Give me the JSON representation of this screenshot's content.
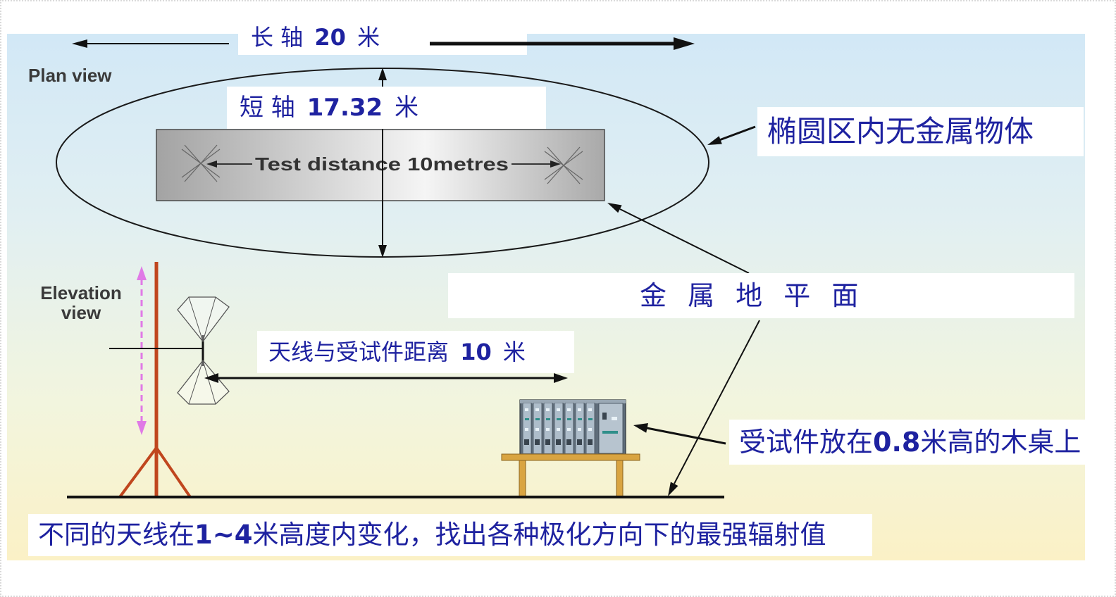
{
  "major_axis": {
    "label": "长 轴",
    "value": "20",
    "unit": "米"
  },
  "plan_view": "Plan view",
  "minor_axis": {
    "label": "短 轴",
    "value": "17.32",
    "unit": "米"
  },
  "test_distance": "Test distance 10metres",
  "ellipse_note": "椭圆区内无金属物体",
  "ground_plane_note": "金 属 地 平 面",
  "elevation_view": {
    "line1": "Elevation",
    "line2": "view"
  },
  "antenna_distance": {
    "label": "天线与受试件距离",
    "value": "10",
    "unit": "米"
  },
  "eut_note": {
    "prefix": "受试件放在",
    "value": "0.8",
    "suffix": "米高的木桌上"
  },
  "height_note": {
    "prefix": "不同的天线在",
    "value": "1~4",
    "suffix": "米高度内变化，找出各种极化方向下的最强辐射值"
  },
  "colors": {
    "note_text": "#1e22a0",
    "mast": "#c0461e",
    "height_arrow": "#e07ae6",
    "table": "#d9a441"
  }
}
